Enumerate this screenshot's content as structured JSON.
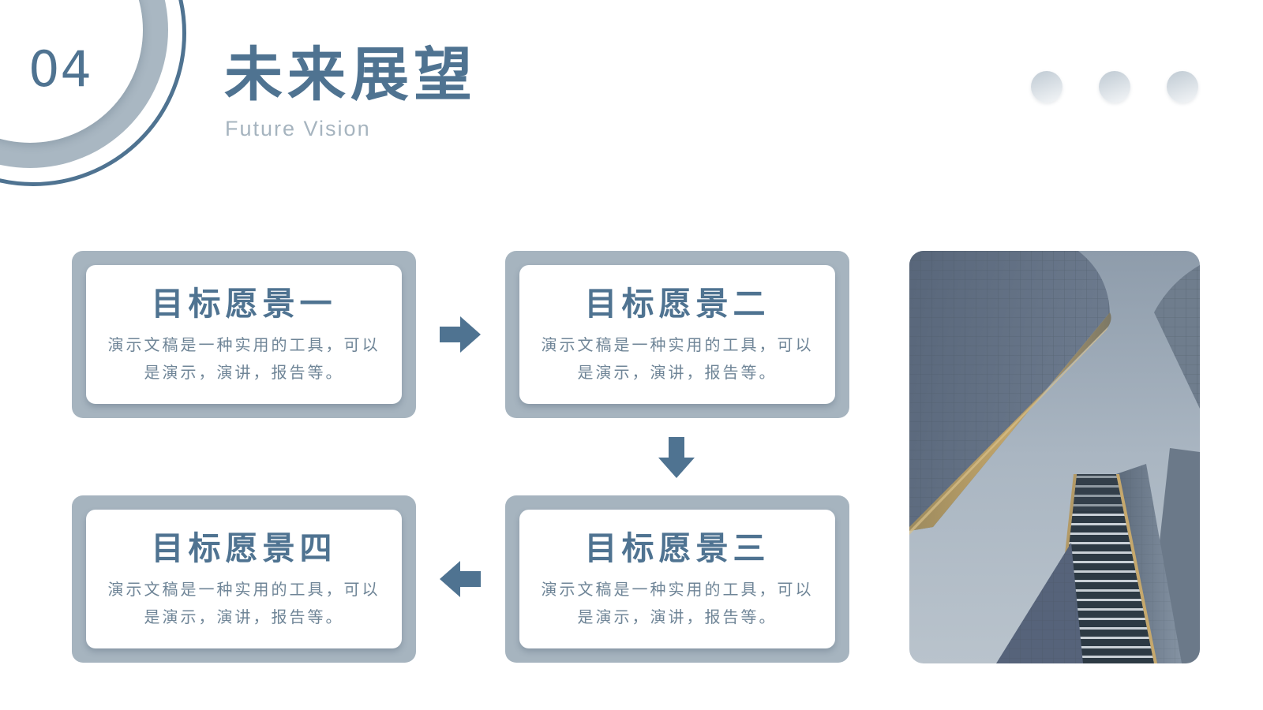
{
  "section": {
    "number": "04"
  },
  "header": {
    "title": "未来展望",
    "subtitle": "Future Vision"
  },
  "colors": {
    "primary": "#4f7391",
    "frame": "#a6b4bf",
    "muted_text": "#6f8597",
    "light_text": "#a6b4bf"
  },
  "cards": [
    {
      "title": "目标愿景一",
      "description": "演示文稿是一种实用的工具，可以是演示，演讲，报告等。"
    },
    {
      "title": "目标愿景二",
      "description": "演示文稿是一种实用的工具，可以是演示，演讲，报告等。"
    },
    {
      "title": "目标愿景三",
      "description": "演示文稿是一种实用的工具，可以是演示，演讲，报告等。"
    },
    {
      "title": "目标愿景四",
      "description": "演示文稿是一种实用的工具，可以是演示，演讲，报告等。"
    }
  ],
  "flow_arrows": [
    {
      "direction": "right",
      "icon": "arrow-right-icon"
    },
    {
      "direction": "down",
      "icon": "arrow-down-icon"
    },
    {
      "direction": "left",
      "icon": "arrow-left-icon"
    }
  ],
  "decor": {
    "dots_count": 3,
    "photo_subject": "skyscrapers"
  }
}
